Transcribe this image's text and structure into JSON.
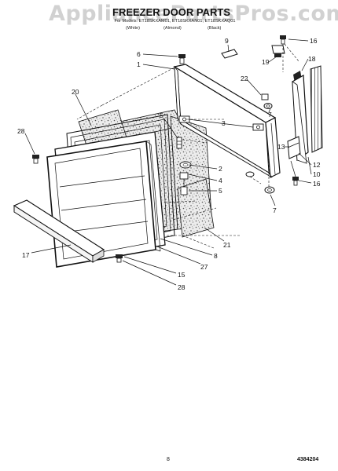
{
  "header": {
    "watermark": "AppliancePartsPros.com",
    "title": "FREEZER DOOR PARTS",
    "models": "For Models: ET18SKXAM01, ET18SKXAN01, ET18SKXAQ01",
    "variants": [
      "(White)",
      "(Almond)",
      "(Black)"
    ]
  },
  "callouts": [
    "16",
    "9",
    "6",
    "1",
    "19",
    "18",
    "20",
    "22",
    "7",
    "3",
    "28",
    "5",
    "13",
    "2",
    "4",
    "12",
    "5",
    "10",
    "16",
    "7",
    "21",
    "17",
    "8",
    "27",
    "15",
    "28"
  ],
  "footer": {
    "page_number": "8",
    "doc_number": "4384204"
  }
}
